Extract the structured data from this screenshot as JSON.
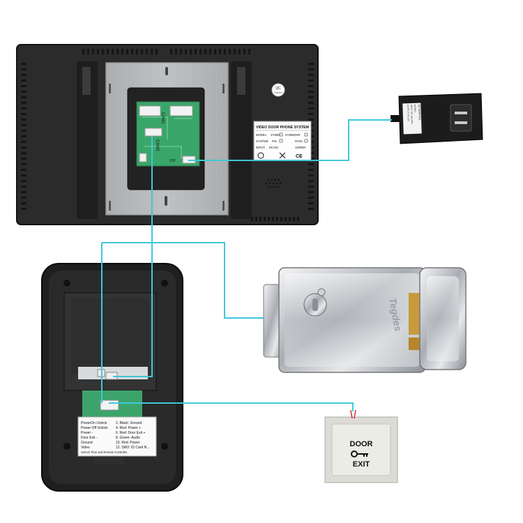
{
  "monitor": {
    "qc_label": "QC",
    "qc_sub": "Passed",
    "cam1": "CAM1",
    "cam2": "CAM2",
    "dc_label": "12V",
    "model_label": {
      "title": "VIDEO DOOR PHONE SYSTEM",
      "row_model": "MODEL:",
      "model_a": "SY806",
      "model_b": "SY806DVR",
      "row_system": "SYSTEM:",
      "system_a": "PAL",
      "system_b": "NTSC",
      "row_input": "INPUT:",
      "input_a": "DC15V",
      "input_b": "1200MA",
      "ce": "CE"
    }
  },
  "adapter": {
    "line1": "AC ADAPTER",
    "line2": "MODEL:...",
    "line3": "INPUT: AC 100-240V",
    "line4": "OUTPUT: DC 15V"
  },
  "lock": {
    "brand": "Tegdes"
  },
  "door_camera": {
    "legend_left": [
      "PowerOn Unlock",
      "Power Off Unlock",
      "Power -",
      "Door Exit -",
      "Ground",
      "Video",
      "Unlock Time and Remote Controller"
    ],
    "legend_right": [
      "2. Black: Ground",
      "4. Red: Power +",
      "6. Red: Door Exit +",
      "8. Green: Audio",
      "10. Red: Power",
      "12. SW2: ID Card N..."
    ]
  },
  "exit_button": {
    "line1": "DOOR",
    "line2": "EXIT"
  },
  "colors": {
    "wire": "#3fc8d9",
    "body_dark": "#2a2a2a",
    "plate": "#b8babc",
    "pcb": "#3aa66a"
  }
}
